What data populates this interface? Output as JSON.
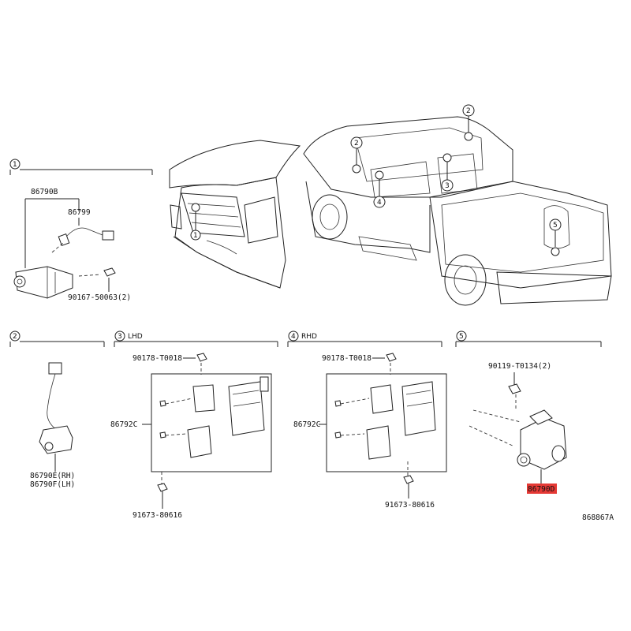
{
  "diagram_id": "868867A",
  "section_markers": [
    "1",
    "2",
    "3",
    "4",
    "5"
  ],
  "section_titles": {
    "s3": "LHD",
    "s4": "RHD"
  },
  "parts": {
    "p86790B": "86790B",
    "p86799": "86799",
    "p90167": "90167-50063(2)",
    "p86790E": "86790E(RH)",
    "p86790F": "86790F(LH)",
    "p90178_a": "90178-T0018",
    "p86792C_a": "86792C",
    "p91673_a": "91673-80616",
    "p90178_b": "90178-T0018",
    "p86792C_b": "86792C",
    "p91673_b": "91673-80616",
    "p90119": "90119-T0134(2)",
    "p86790D": "86790D"
  },
  "highlight_color": "#e53935"
}
